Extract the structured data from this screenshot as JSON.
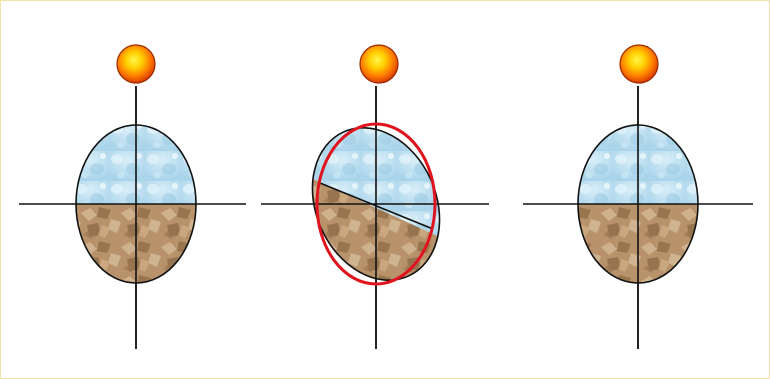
{
  "diagram": {
    "panels": [
      {
        "id": "left",
        "tilted": false,
        "highlighted": false
      },
      {
        "id": "middle",
        "tilted": true,
        "highlighted": true
      },
      {
        "id": "right",
        "tilted": false,
        "highlighted": false
      }
    ],
    "colors": {
      "water": "#b7def0",
      "water_light": "#d8eef8",
      "soil": "#b8926a",
      "soil_dark": "#7a5a3a",
      "soil_light": "#d3b796",
      "sun_core": "#fff200",
      "sun_mid": "#ff9b00",
      "sun_edge": "#e84400",
      "highlight": "#e0141e",
      "axis": "#111111",
      "border": "#f3e2a8"
    },
    "icons": {
      "sun": "sun-icon",
      "water": "water-texture",
      "soil": "soil-texture"
    }
  }
}
